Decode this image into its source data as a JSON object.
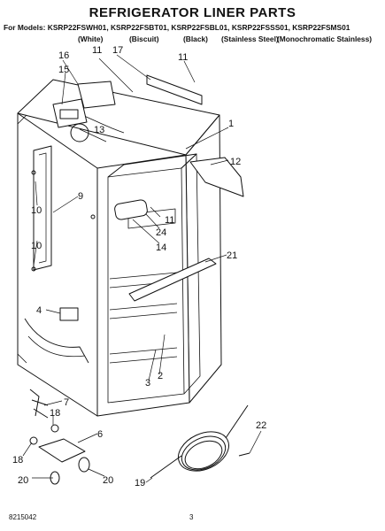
{
  "title": "REFRIGERATOR LINER PARTS",
  "models_line": "For Models: KSRP22FSWH01, KSRP22FSBT01, KSRP22FSBL01, KSRP22FSSS01, KSRP22FSMS01",
  "colors": [
    "(White)",
    "(Biscuit)",
    "(Black)",
    "(Stainless Steel)",
    "(Monochromatic Stainless)"
  ],
  "callouts": [
    "16",
    "11",
    "17",
    "11",
    "15",
    "1",
    "13",
    "12",
    "9",
    "10",
    "11",
    "24",
    "10",
    "14",
    "21",
    "4",
    "3",
    "2",
    "7",
    "18",
    "6",
    "22",
    "18",
    "20",
    "20",
    "19"
  ],
  "footer": {
    "doc_number": "8215042",
    "page": "3"
  }
}
